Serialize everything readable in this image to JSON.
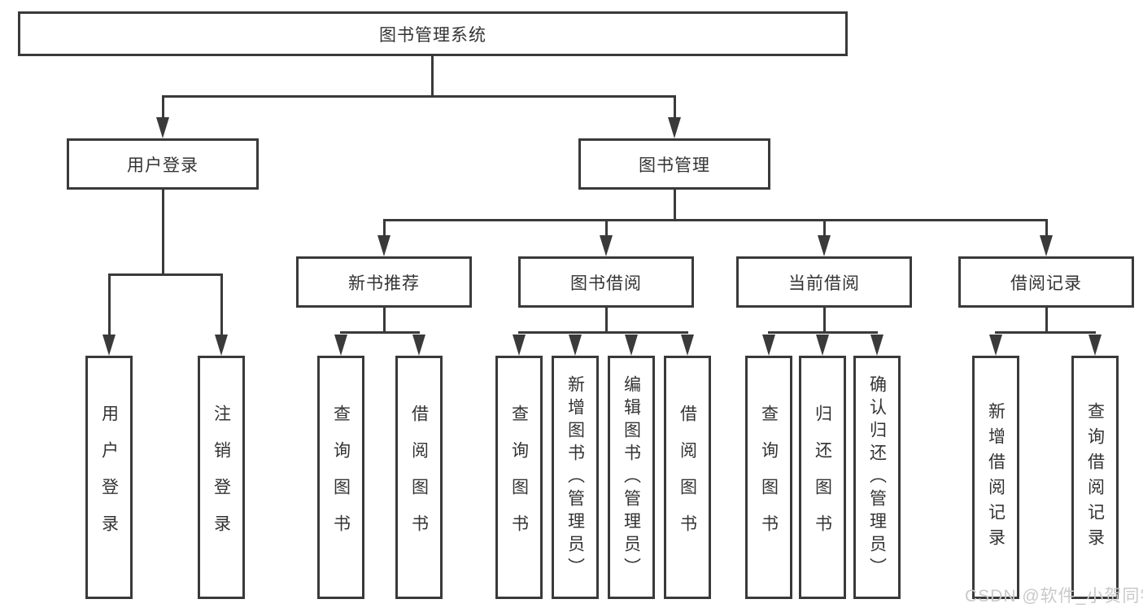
{
  "diagram": {
    "root_label": "图书管理系统",
    "level2": {
      "login": "用户登录",
      "mgmt": "图书管理"
    },
    "level3": [
      "新书推荐",
      "图书借阅",
      "当前借阅",
      "借阅记录"
    ],
    "leaves": {
      "login": [
        "用户登录",
        "注销登录"
      ],
      "newbook": [
        "查询图书",
        "借阅图书"
      ],
      "borrow": [
        "查询图书",
        "新增图书（管理员）",
        "编辑图书（管理员）",
        "借阅图书"
      ],
      "current": [
        "查询图书",
        "归还图书",
        "确认归还（管理员）"
      ],
      "record": [
        "新增借阅记录",
        "查询借阅记录"
      ]
    }
  },
  "watermark": "CSDN @软件_小贺同学",
  "colors": {
    "line": "#3a3a3a",
    "text": "#333333",
    "watermark": "#c9c9c9",
    "background": "#ffffff"
  }
}
